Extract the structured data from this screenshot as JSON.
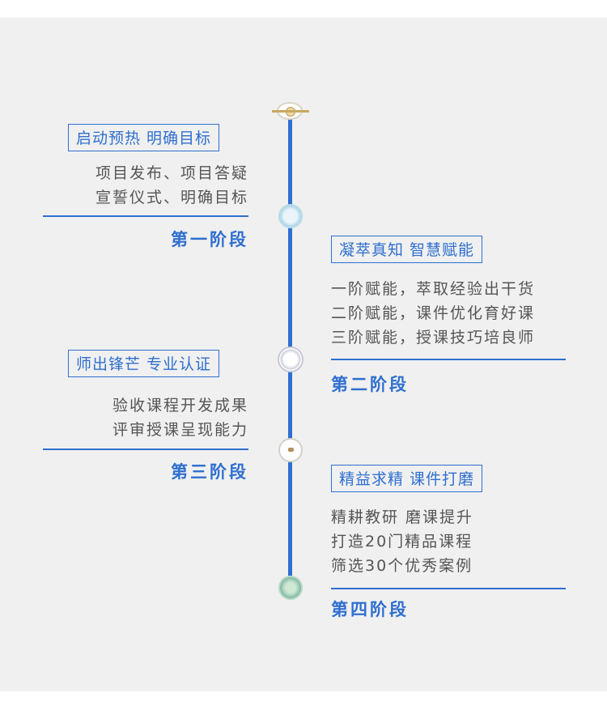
{
  "stages": [
    {
      "title": "启动预热 明确目标",
      "lines": [
        "项目发布、项目答疑",
        "宣誓仪式、明确目标"
      ],
      "label": "第一阶段"
    },
    {
      "title": "凝萃真知 智慧赋能",
      "lines": [
        "一阶赋能，萃取经验出干货",
        "二阶赋能，课件优化育好课",
        "三阶赋能，授课技巧培良师"
      ],
      "label": "第二阶段"
    },
    {
      "title": "师出锋芒 专业认证",
      "lines": [
        "验收课程开发成果",
        "评审授课呈现能力"
      ],
      "label": "第三阶段"
    },
    {
      "title": "精益求精 课件打磨",
      "lines": [
        "精耕教研 磨课提升",
        "打造20门精品课程",
        "筛选30个优秀案例"
      ],
      "label": "第四阶段"
    }
  ],
  "colors": {
    "accent": "#2f6fd0",
    "panel_bg": "#f0f0f0",
    "text": "#555555"
  }
}
